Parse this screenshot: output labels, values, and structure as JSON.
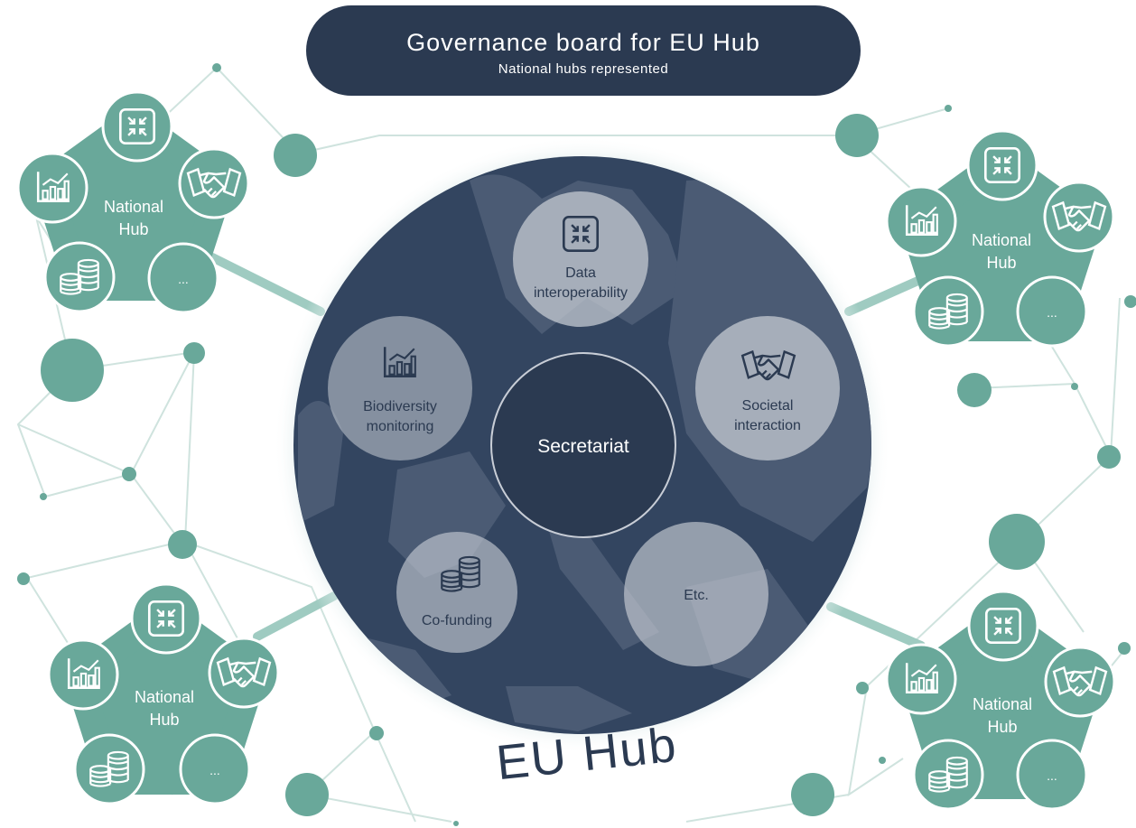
{
  "banner": {
    "title": "Governance board for EU Hub",
    "subtitle": "National hubs represented"
  },
  "center": {
    "label": "Secretariat",
    "title": "EU Hub"
  },
  "pillars": {
    "data_interoperability": [
      "Data",
      "interoperability"
    ],
    "biodiversity_monitoring": [
      "Biodiversity",
      "monitoring"
    ],
    "societal_interaction": [
      "Societal",
      "interaction"
    ],
    "co_funding": [
      "Co-funding"
    ],
    "etc": [
      "Etc."
    ]
  },
  "national_hub": {
    "label_line1": "National",
    "label_line2": "Hub",
    "more": "..."
  },
  "colors": {
    "teal": "#69a89a",
    "navy": "#2b3a51",
    "map_dark": "#334560",
    "map_light": "#4b5b74"
  },
  "icons": [
    "compress-arrows-icon",
    "bar-chart-icon",
    "handshake-icon",
    "coins-icon"
  ]
}
